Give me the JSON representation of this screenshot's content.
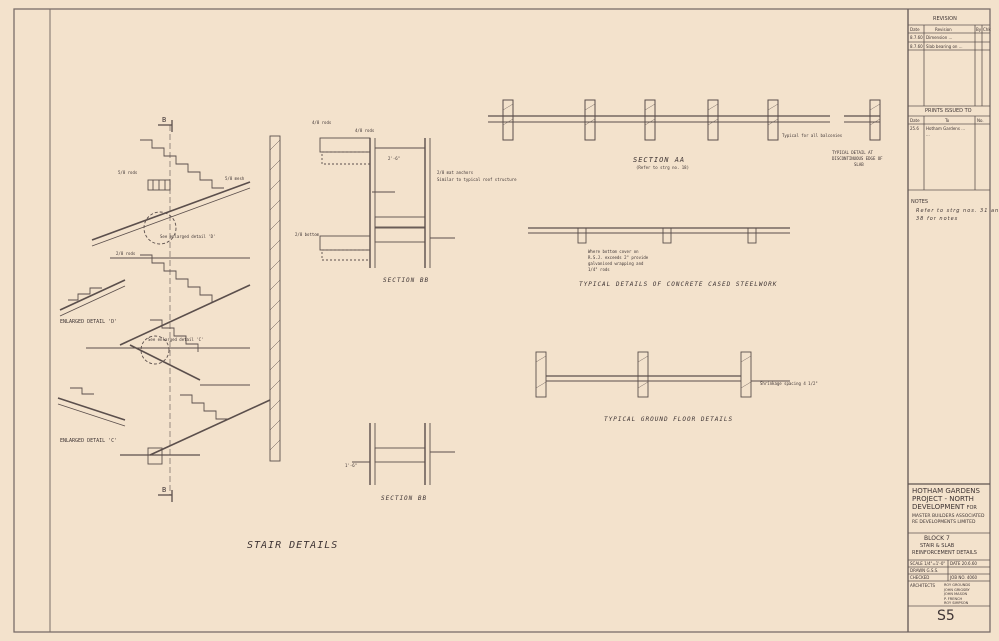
{
  "drawing": {
    "labels": {
      "stair_details": "STAIR DETAILS",
      "section_bb_top": "SECTION BB",
      "section_bb_bottom": "SECTION BB",
      "section_aa": "SECTION AA",
      "section_aa_note": "(Refer to strg no. 18)",
      "concrete_cased": "TYPICAL DETAILS OF CONCRETE CASED STEELWORK",
      "ground_floor": "TYPICAL GROUND FLOOR DETAILS",
      "typical_detail_edge": [
        "TYPICAL DETAIL AT",
        "DISCONTINUOUS EDGE OF",
        "SLAB"
      ],
      "enlarged_d": "ENLARGED DETAIL 'D'",
      "enlarged_c": "ENLARGED DETAIL 'C'",
      "see_enlarged_d": "See enlarged detail 'D'",
      "see_enlarged_c": "See enlarged detail 'C'",
      "section_marker": "B"
    },
    "annotations": {
      "rods_top": "4/8 rods",
      "rods_bottom": "2/8 rods",
      "rods_a": "5/8 rods",
      "rods_b": "4/8 rods",
      "mesh": "5/8 mesh",
      "bottom": "2/8 bottom",
      "typical_all": "Typical for all balconies",
      "where_no_spec": [
        "Where bottom cover on",
        "R.S.J. exceeds 2\" provide",
        "galvanised wrapping and",
        "1/4\" rods"
      ],
      "shrinkage": "Shrinkage spacing 4 1/2\"",
      "mat_anchors": "2/8 mat anchors",
      "similar_to_typical": "Similar to typical roof structure",
      "dim_2_6": "2'-6\"",
      "dim_1_6": "1'-6\""
    }
  },
  "title_block": {
    "revision_heading": "REVISION",
    "revision_cols": [
      "Date",
      "Revision",
      "By",
      "Chk"
    ],
    "revision_rows": [
      {
        "date": "8.7.60",
        "text": "Dimension ...",
        "by": "",
        "chk": ""
      },
      {
        "date": "8.7.60",
        "text": "Slab bearing on ...",
        "by": "",
        "chk": ""
      }
    ],
    "prints_heading": "PRINTS ISSUED TO",
    "prints_cols": [
      "Date",
      "To",
      "No."
    ],
    "prints_rows": [
      {
        "date": "25.6",
        "to": "Hotham Gardens ...",
        "no": ""
      },
      {
        "date": "",
        "to": "...",
        "no": ""
      }
    ],
    "notes_heading": "NOTES",
    "notes_text": [
      "Refer to strg nos. 31 and",
      "38 for notes"
    ],
    "project": [
      "HOTHAM GARDENS",
      "PROJECT - NORTH",
      "DEVELOPMENT"
    ],
    "project_for": "FOR",
    "client": [
      "MASTER BUILDERS ASSOCIATED",
      "RE DEVELOPMENTS LIMITED"
    ],
    "block": "BLOCK 7",
    "drawing_title": [
      "STAIR & SLAB",
      "REINFORCEMENT DETAILS"
    ],
    "scale_label": "SCALE",
    "scale_value": "1/4\"=1'-0\"",
    "date_label": "DATE",
    "date_value": "20.6.60",
    "drawn_label": "DRAWN",
    "drawn_value": "G.S.S.",
    "checked_label": "CHECKED",
    "job_label": "JOB NO.",
    "job_value": "4060",
    "architects_label": "ARCHITECTS",
    "architects": [
      "ROY GROUNDS",
      "JOHN GRIGSBY",
      "JOHN MASON",
      "P. FRENCH",
      "ROY SIMPSON"
    ],
    "sheet_no": "S5"
  }
}
